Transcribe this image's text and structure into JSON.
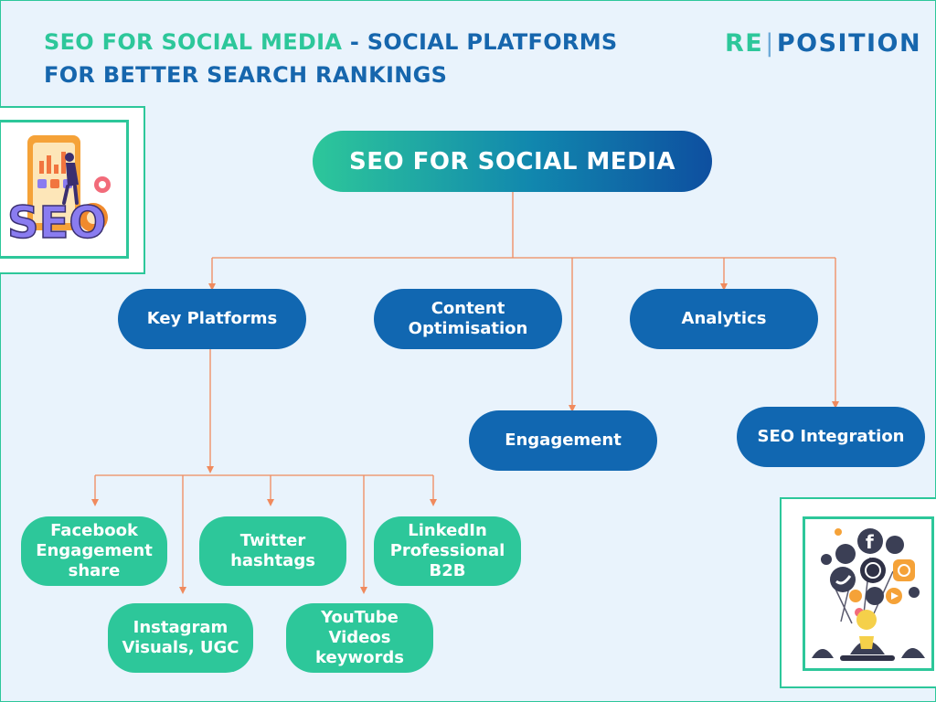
{
  "header": {
    "title_part1": "SEO FOR SOCIAL MEDIA",
    "title_part2": " - SOCIAL PLATFORMS",
    "title_part3": "FOR BETTER SEARCH RANKINGS"
  },
  "logo": {
    "left": "RE",
    "separator": "|",
    "right": "POSITION"
  },
  "diagram": {
    "root": "SEO FOR SOCIAL MEDIA",
    "branches": {
      "key_platforms": "Key Platforms",
      "content": "Content Optimisation",
      "analytics": "Analytics",
      "engagement": "Engagement",
      "seo_integration": "SEO Integration"
    },
    "platforms": {
      "facebook": "Facebook Engagement share",
      "instagram": "Instagram Visuals, UGC",
      "twitter": "Twitter hashtags",
      "youtube": "YouTube Videos keywords",
      "linkedin": "LinkedIn Professional B2B"
    }
  },
  "illustrations": {
    "seo_letters": "SEO"
  },
  "colors": {
    "green": "#2dc79a",
    "blue": "#1167b1",
    "title_blue": "#1666ad",
    "connector": "#f08a5d",
    "background": "#e9f3fc"
  }
}
